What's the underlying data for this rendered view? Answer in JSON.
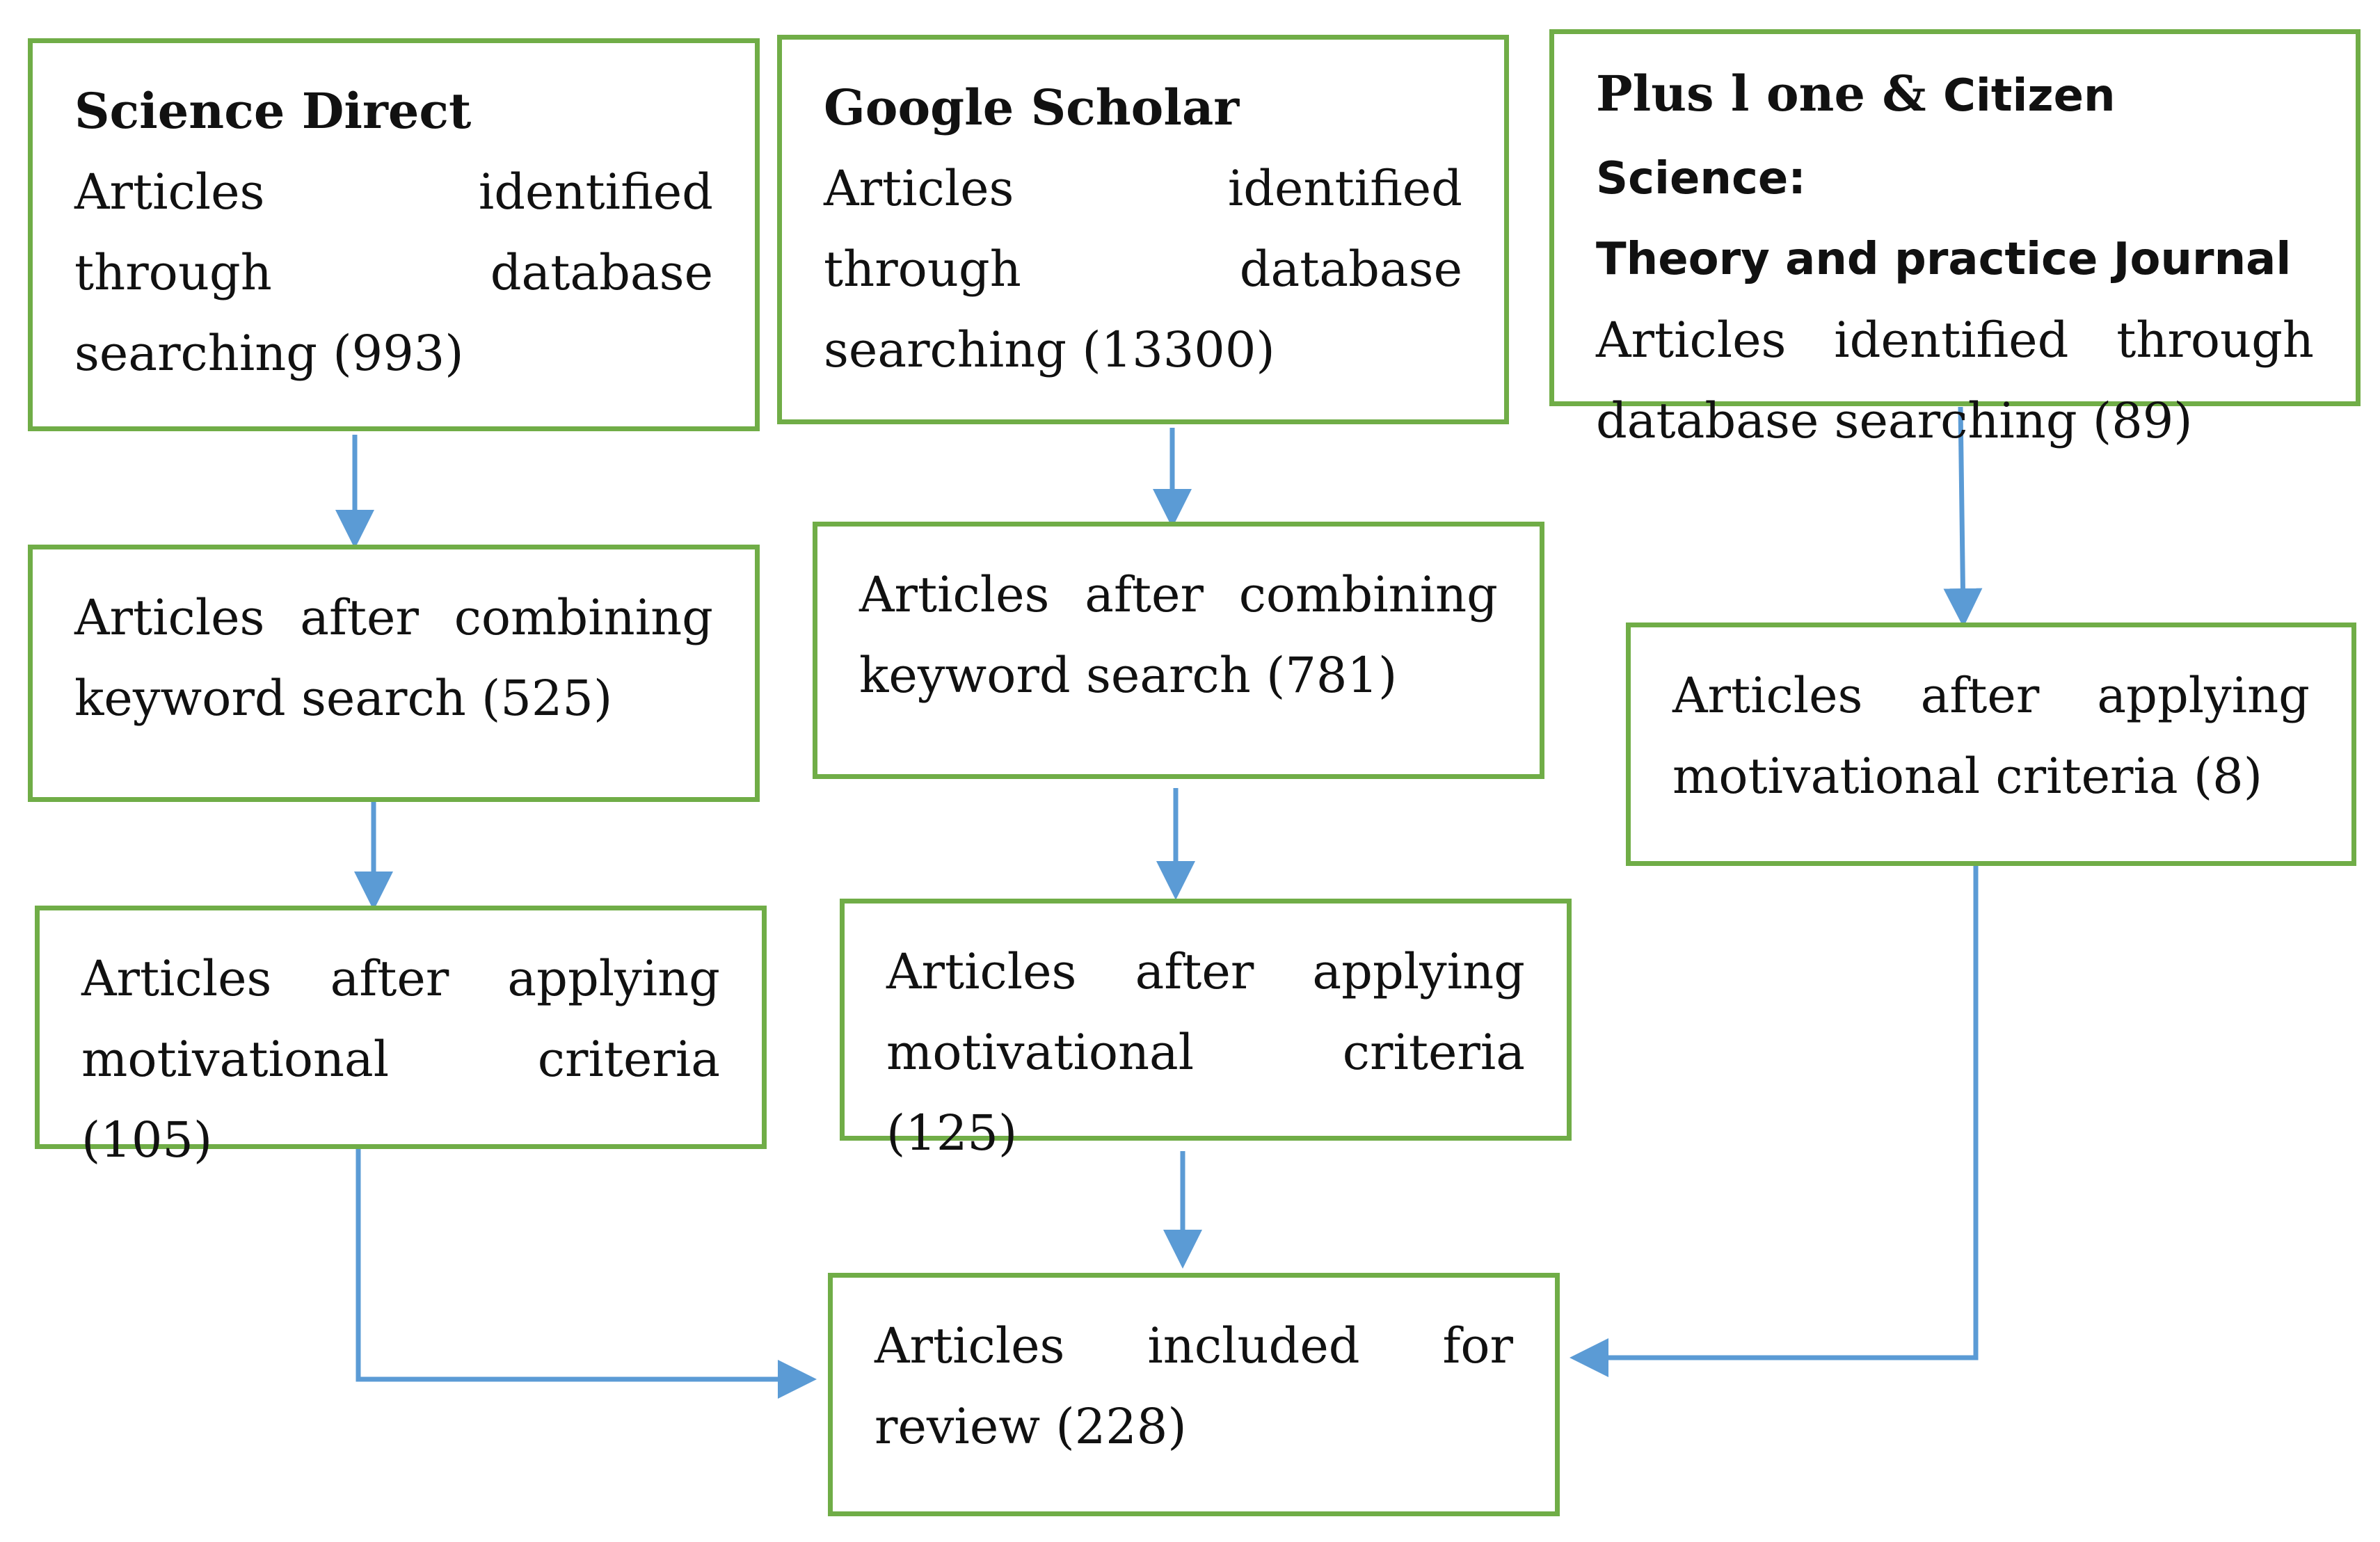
{
  "colors": {
    "box_border": "#70ad47",
    "arrow": "#5b9bd5"
  },
  "sources": [
    {
      "name": "Science Direct",
      "identified": "Articles identified through database searching (993)",
      "combined": "Articles after combining keyword search (525)",
      "criteria": "Articles after applying motivational criteria (105)"
    },
    {
      "name": "Google Scholar",
      "identified": "Articles identified through database searching (13300)",
      "combined": "Articles after combining keyword search (781)",
      "criteria": "Articles after applying motivational criteria (125)"
    },
    {
      "name_part1": "Plus l one &",
      "name_part2": "Citizen Science:",
      "name_line2": "Theory and practice Journal",
      "identified": "Articles identified through database searching (89)",
      "criteria": "Articles after applying motivational criteria (8)"
    }
  ],
  "final": {
    "text": "Articles included for review (228)"
  }
}
